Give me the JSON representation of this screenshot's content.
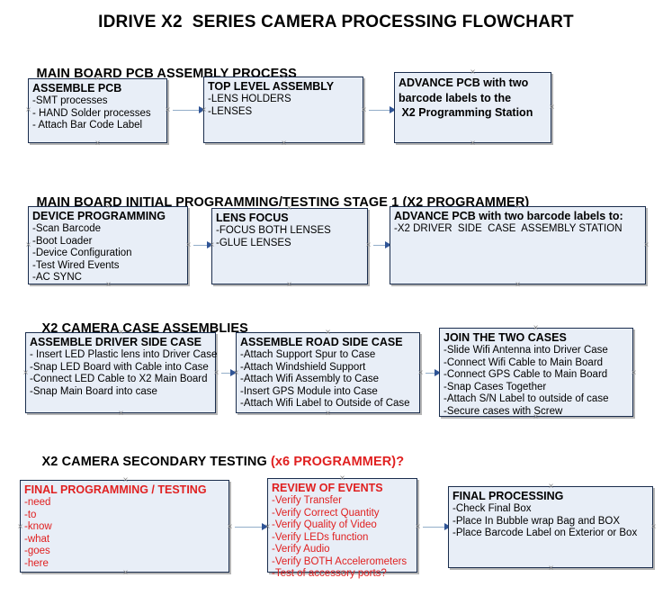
{
  "document": {
    "title": "IDRIVE X2  SERIES CAMERA PROCESSING FLOWCHART"
  },
  "sections": [
    {
      "id": "main-board-pcb-assembly-process",
      "heading": "MAIN BOARD PCB ASSEMBLY PROCESS",
      "heading_accent": "",
      "boxes": [
        {
          "id": "assemble-pcb",
          "title": "ASSEMBLE PCB",
          "lines": [
            "-SMT processes",
            "- HAND Solder processes",
            "- Attach Bar Code Label"
          ]
        },
        {
          "id": "top-level-assembly",
          "title": "TOP LEVEL ASSEMBLY",
          "lines": [
            "-LENS HOLDERS",
            "-LENSES"
          ]
        },
        {
          "id": "advance-pcb-to-x2-programming-station",
          "title": "ADVANCE PCB with two\nbarcode labels to the\n X2 Programming Station",
          "lines": []
        }
      ]
    },
    {
      "id": "main-board-initial-programming-testing-stage-1",
      "heading": "MAIN BOARD INITIAL PROGRAMMING/TESTING STAGE 1 (X2 PROGRAMMER)",
      "heading_accent": "",
      "boxes": [
        {
          "id": "device-programming",
          "title": "DEVICE PROGRAMMING",
          "lines": [
            "-Scan Barcode",
            "-Boot Loader",
            "-Device Configuration",
            "-Test Wired Events",
            "-AC SYNC"
          ]
        },
        {
          "id": "lens-focus",
          "title": "LENS FOCUS",
          "lines": [
            "-FOCUS BOTH LENSES",
            "-GLUE LENSES"
          ]
        },
        {
          "id": "advance-pcb-to-driver-side-case-assembly-station",
          "title": "ADVANCE PCB with two barcode labels to:",
          "lines": [
            "-X2 DRIVER  SIDE  CASE  ASSEMBLY STATION"
          ]
        }
      ]
    },
    {
      "id": "x2-camera-case-assemblies",
      "heading": "X2 CAMERA CASE ASSEMBLIES",
      "heading_accent": "",
      "boxes": [
        {
          "id": "assemble-driver-side-case",
          "title": "ASSEMBLE DRIVER SIDE CASE",
          "lines": [
            "- Insert LED Plastic lens into Driver Case",
            "-Snap LED Board with Cable into Case",
            "-Connect LED Cable to X2 Main Board",
            "-Snap Main Board into case"
          ]
        },
        {
          "id": "assemble-road-side-case",
          "title": "ASSEMBLE ROAD SIDE CASE",
          "lines": [
            "-Attach Support Spur to Case",
            "-Attach Windshield Support",
            "-Attach Wifi Assembly to Case",
            "-Insert GPS Module into Case",
            "-Attach Wifi Label to Outside of Case"
          ]
        },
        {
          "id": "join-the-two-cases",
          "title": "JOIN THE TWO CASES",
          "lines": [
            "-Slide Wifi Antenna into Driver Case",
            "-Connect Wifi Cable to Main Board",
            "-Connect GPS Cable to Main Board",
            "-Snap Cases Together",
            "-Attach S/N Label to outside of case",
            "-Secure cases with Screw"
          ]
        }
      ]
    },
    {
      "id": "x2-camera-secondary-testing",
      "heading": "X2 CAMERA SECONDARY TESTING ",
      "heading_accent": "(x6 PROGRAMMER)?",
      "boxes": [
        {
          "id": "final-programming-testing",
          "title": "FINAL PROGRAMMING / TESTING",
          "lines": [
            "-need",
            "-to",
            "-know",
            "-what",
            "-goes",
            "-here"
          ]
        },
        {
          "id": "review-of-events",
          "title": "REVIEW OF EVENTS",
          "lines": [
            "-Verify Transfer",
            "-Verify Correct Quantity",
            "-Verify Quality of Video",
            "-Verify LEDs function",
            "-Verify Audio",
            "-Verify BOTH Accelerometers",
            "-Test of accessory ports?"
          ]
        },
        {
          "id": "final-processing",
          "title": "FINAL PROCESSING",
          "lines": [
            "-Check Final Box",
            "-Place In Bubble wrap Bag and BOX",
            "-Place Barcode Label on Exterior or Box"
          ]
        }
      ]
    }
  ],
  "colors": {
    "box_fill": "#e8eef7",
    "box_border": "#1a2d4d",
    "connector_line": "#93aec9",
    "arrow_head": "#2f5496",
    "accent_red": "#e02020",
    "text": "#000000"
  }
}
